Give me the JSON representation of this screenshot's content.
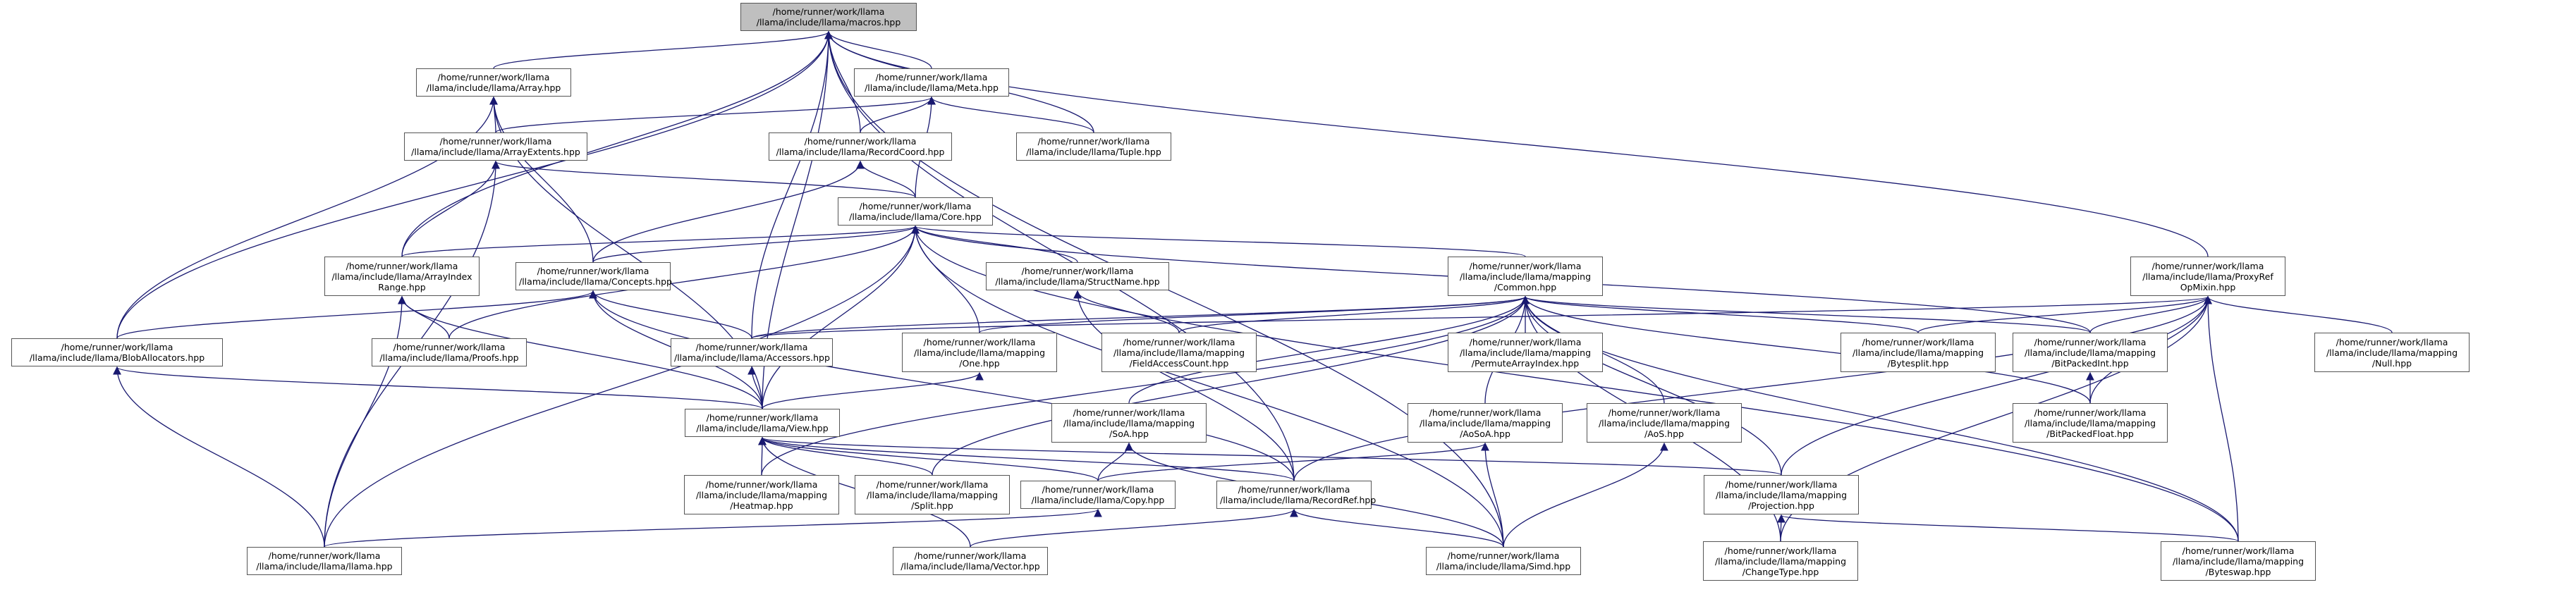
{
  "colors": {
    "edge": "#191970",
    "border": "#555555",
    "root_fill": "#bfbfbf"
  },
  "nodes": {
    "macros": [
      "/home/runner/work/llama",
      "/llama/include/llama/macros.hpp"
    ],
    "array": [
      "/home/runner/work/llama",
      "/llama/include/llama/Array.hpp"
    ],
    "meta": [
      "/home/runner/work/llama",
      "/llama/include/llama/Meta.hpp"
    ],
    "arrayextents": [
      "/home/runner/work/llama",
      "/llama/include/llama/ArrayExtents.hpp"
    ],
    "recordcoord": [
      "/home/runner/work/llama",
      "/llama/include/llama/RecordCoord.hpp"
    ],
    "tuple": [
      "/home/runner/work/llama",
      "/llama/include/llama/Tuple.hpp"
    ],
    "core": [
      "/home/runner/work/llama",
      "/llama/include/llama/Core.hpp"
    ],
    "arrayindexrange": [
      "/home/runner/work/llama",
      "/llama/include/llama/ArrayIndex",
      "Range.hpp"
    ],
    "concepts": [
      "/home/runner/work/llama",
      "/llama/include/llama/Concepts.hpp"
    ],
    "structname": [
      "/home/runner/work/llama",
      "/llama/include/llama/StructName.hpp"
    ],
    "common": [
      "/home/runner/work/llama",
      "/llama/include/llama/mapping",
      "/Common.hpp"
    ],
    "proxyref": [
      "/home/runner/work/llama",
      "/llama/include/llama/ProxyRef",
      "OpMixin.hpp"
    ],
    "bloballocators": [
      "/home/runner/work/llama",
      "/llama/include/llama/BlobAllocators.hpp"
    ],
    "proofs": [
      "/home/runner/work/llama",
      "/llama/include/llama/Proofs.hpp"
    ],
    "accessors": [
      "/home/runner/work/llama",
      "/llama/include/llama/Accessors.hpp"
    ],
    "one": [
      "/home/runner/work/llama",
      "/llama/include/llama/mapping",
      "/One.hpp"
    ],
    "fieldaccesscount": [
      "/home/runner/work/llama",
      "/llama/include/llama/mapping",
      "/FieldAccessCount.hpp"
    ],
    "permutearrayindex": [
      "/home/runner/work/llama",
      "/llama/include/llama/mapping",
      "/PermuteArrayIndex.hpp"
    ],
    "bytesplit": [
      "/home/runner/work/llama",
      "/llama/include/llama/mapping",
      "/Bytesplit.hpp"
    ],
    "bitpackedint": [
      "/home/runner/work/llama",
      "/llama/include/llama/mapping",
      "/BitPackedInt.hpp"
    ],
    "null": [
      "/home/runner/work/llama",
      "/llama/include/llama/mapping",
      "/Null.hpp"
    ],
    "view": [
      "/home/runner/work/llama",
      "/llama/include/llama/View.hpp"
    ],
    "soa": [
      "/home/runner/work/llama",
      "/llama/include/llama/mapping",
      "/SoA.hpp"
    ],
    "aosoa": [
      "/home/runner/work/llama",
      "/llama/include/llama/mapping",
      "/AoSoA.hpp"
    ],
    "aos": [
      "/home/runner/work/llama",
      "/llama/include/llama/mapping",
      "/AoS.hpp"
    ],
    "bitpackedfloat": [
      "/home/runner/work/llama",
      "/llama/include/llama/mapping",
      "/BitPackedFloat.hpp"
    ],
    "heatmap": [
      "/home/runner/work/llama",
      "/llama/include/llama/mapping",
      "/Heatmap.hpp"
    ],
    "split": [
      "/home/runner/work/llama",
      "/llama/include/llama/mapping",
      "/Split.hpp"
    ],
    "copy": [
      "/home/runner/work/llama",
      "/llama/include/llama/Copy.hpp"
    ],
    "recordref": [
      "/home/runner/work/llama",
      "/llama/include/llama/RecordRef.hpp"
    ],
    "projection": [
      "/home/runner/work/llama",
      "/llama/include/llama/mapping",
      "/Projection.hpp"
    ],
    "llama": [
      "/home/runner/work/llama",
      "/llama/include/llama/llama.hpp"
    ],
    "vector": [
      "/home/runner/work/llama",
      "/llama/include/llama/Vector.hpp"
    ],
    "simd": [
      "/home/runner/work/llama",
      "/llama/include/llama/Simd.hpp"
    ],
    "changetype": [
      "/home/runner/work/llama",
      "/llama/include/llama/mapping",
      "/ChangeType.hpp"
    ],
    "byteswap": [
      "/home/runner/work/llama",
      "/llama/include/llama/mapping",
      "/Byteswap.hpp"
    ]
  }
}
